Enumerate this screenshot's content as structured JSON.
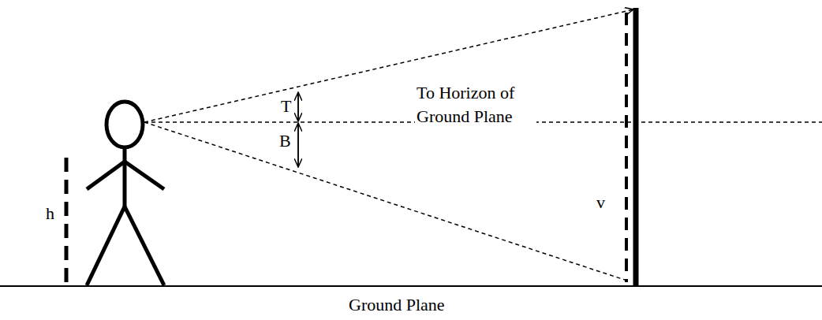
{
  "diagram": {
    "labels": [
      "h",
      "T",
      "B",
      "To Horizon of Ground Plane",
      "v",
      "Ground Plane"
    ]
  }
}
